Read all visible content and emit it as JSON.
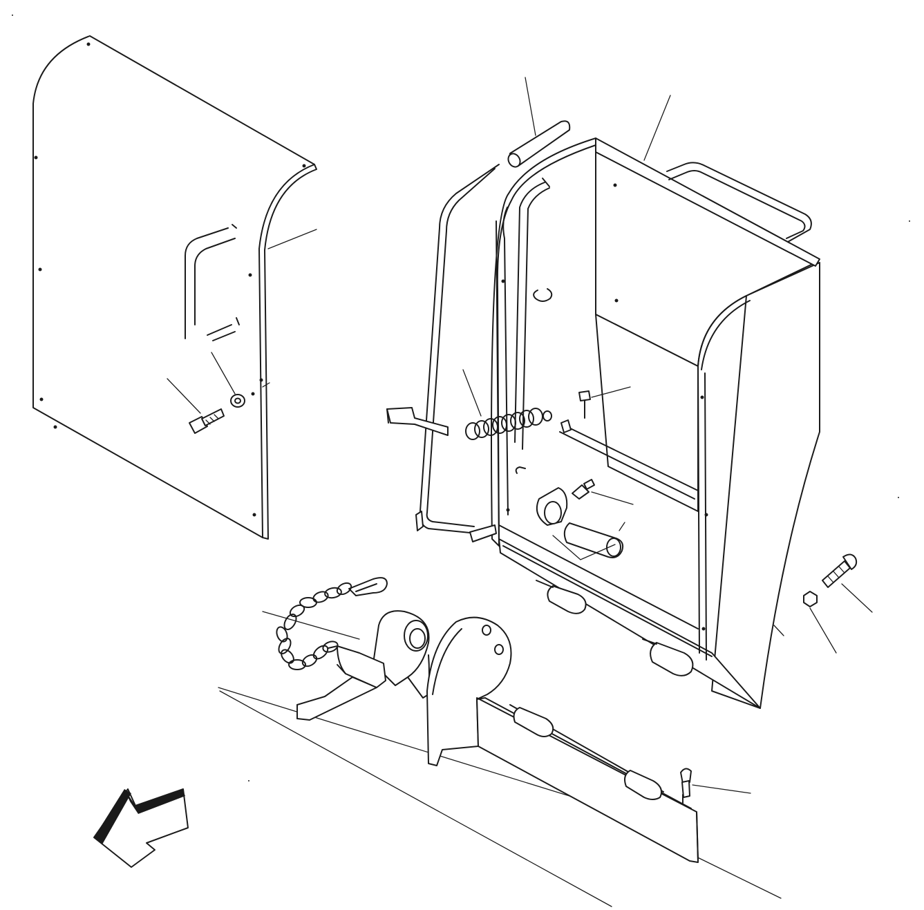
{
  "diagram": {
    "kind": "exploded-parts-drawing",
    "parts": [
      "side-cover-panel",
      "toolbox",
      "grab-handle",
      "handle-grip",
      "guard-frame",
      "spring",
      "support-pin",
      "chain",
      "snap-hook",
      "mounting-bracket",
      "hinge-plate",
      "hinge-pin",
      "bolt",
      "washer",
      "nut",
      "grease-fitting",
      "direction-arrow"
    ],
    "colors": {
      "line": "#1a1a1a",
      "background": "#ffffff",
      "arrow_fill": "#1a1a1a"
    }
  }
}
